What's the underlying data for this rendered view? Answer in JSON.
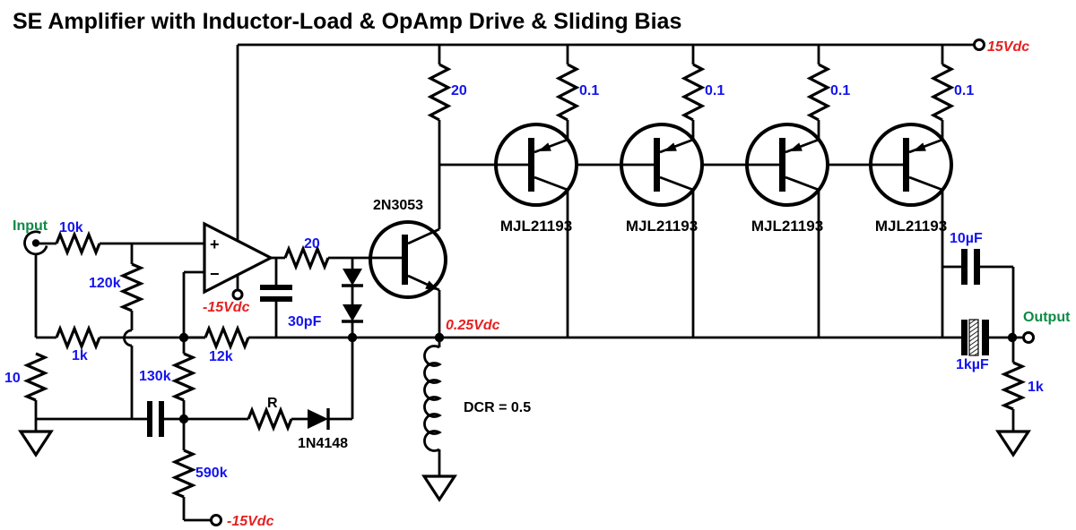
{
  "title": "SE Amplifier with Inductor-Load & OpAmp Drive & Sliding Bias",
  "colors": {
    "wire": "#000000",
    "value_text": "#1414EE",
    "voltage_text": "#E62020",
    "io_text": "#0E8A45",
    "background": "#FFFFFF"
  },
  "labels": {
    "vcc": "15Vdc",
    "vee_opamp": "-15Vdc",
    "vee_bias": "-15Vdc",
    "vout_dc": "0.25Vdc",
    "input": "Input",
    "output": "Output",
    "opamp_plus": "+",
    "opamp_minus": "−",
    "r_input": "10k",
    "r_shunt": "120k",
    "r_fb_ground": "1k",
    "r_ground": "10",
    "r_feedback": "12k",
    "r_bias_upper": "130k",
    "r_bias_lower": "590k",
    "r_slide": "R",
    "d_slide": "1N4148",
    "c_comp": "30pF",
    "r_base": "20",
    "q_driver": "2N3053",
    "r_collector": "20",
    "r_emitter_1": "0.1",
    "r_emitter_2": "0.1",
    "r_emitter_3": "0.1",
    "r_emitter_4": "0.1",
    "q_output_1": "MJL21193",
    "q_output_2": "MJL21193",
    "q_output_3": "MJL21193",
    "q_output_4": "MJL21193",
    "inductor_dcr": "DCR = 0.5",
    "c_output_film": "10µF",
    "c_output_electrolytic": "1kµF",
    "r_load": "1k"
  }
}
